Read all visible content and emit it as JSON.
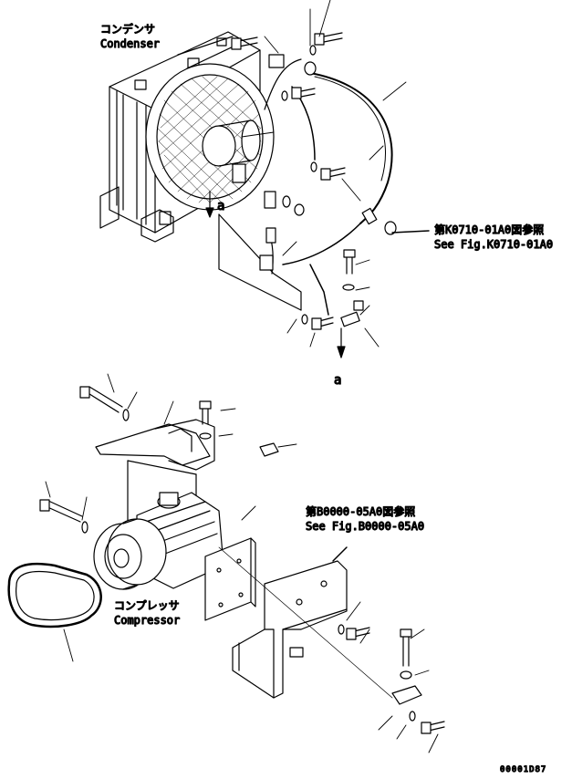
{
  "labels": {
    "condenser_jp": "コンデンサ",
    "condenser_en": "Condenser",
    "compressor_jp": "コンプレッサ",
    "compressor_en": "Compressor",
    "ref_a": "a",
    "ref_fig1_jp": "第K0710-01A0図参照",
    "ref_fig1_en": "See Fig.K0710-01A0",
    "ref_fig2_jp": "第B0000-05A0図参照",
    "ref_fig2_en": "See Fig.B0000-05A0",
    "figure_no": "00001D87"
  },
  "colors": {
    "ink": "#000000",
    "paper": "#ffffff"
  }
}
